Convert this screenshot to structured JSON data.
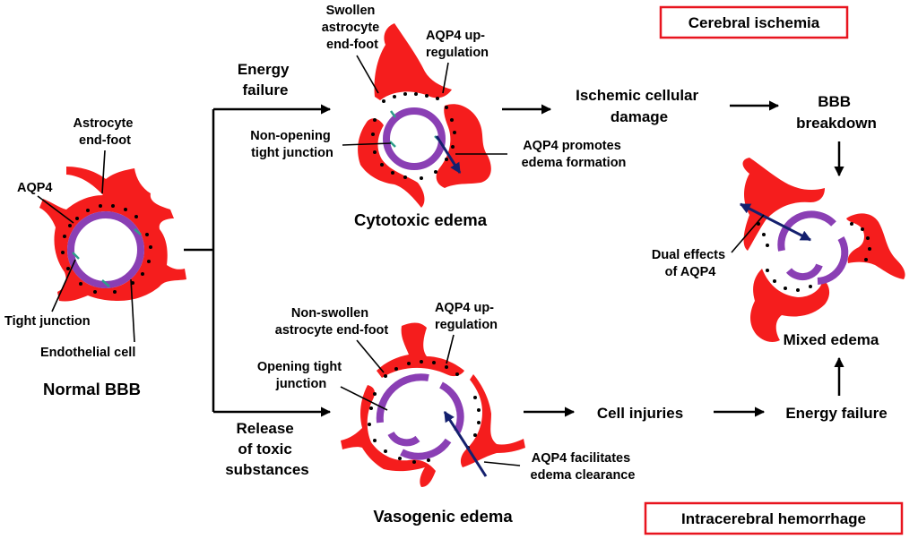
{
  "colors": {
    "astrocyte": "#f51d1d",
    "membrane": "#8a3fb4",
    "aqp4": "#000000",
    "tight_junction": "#2e9d8a",
    "blue_arrow": "#14206e",
    "box_border": "#e8141e"
  },
  "boxes": {
    "cerebral_ischemia": "Cerebral ischemia",
    "intracerebral_hemorrhage": "Intracerebral hemorrhage"
  },
  "normal": {
    "astrocyte_endfoot": [
      "Astrocyte",
      "end-foot"
    ],
    "aqp4": "AQP4",
    "tight_junction": "Tight junction",
    "endothelial_cell": "Endothelial cell",
    "title": "Normal BBB"
  },
  "branches": {
    "energy_failure": [
      "Energy",
      "failure"
    ],
    "release_toxic": [
      "Release",
      "of toxic",
      "substances"
    ]
  },
  "cytotoxic": {
    "swollen": [
      "Swollen",
      "astrocyte",
      "end-foot"
    ],
    "aqp4_up": [
      "AQP4 up-",
      "regulation"
    ],
    "non_opening": [
      "Non-opening",
      "tight junction"
    ],
    "aqp4_promotes": [
      "AQP4 promotes",
      "edema formation"
    ],
    "title": "Cytotoxic edema"
  },
  "vasogenic": {
    "non_swollen": [
      "Non-swollen",
      "astrocyte end-foot"
    ],
    "aqp4_up": [
      "AQP4 up-",
      "regulation"
    ],
    "opening": [
      "Opening tight",
      "junction"
    ],
    "aqp4_facilitates": [
      "AQP4 facilitates",
      "edema clearance"
    ],
    "title": "Vasogenic edema"
  },
  "flow": {
    "ischemic_damage": [
      "Ischemic cellular",
      "damage"
    ],
    "bbb_breakdown": [
      "BBB",
      "breakdown"
    ],
    "cell_injuries": "Cell injuries",
    "energy_failure": "Energy failure"
  },
  "mixed": {
    "dual": [
      "Dual effects",
      "of AQP4"
    ],
    "title": "Mixed edema"
  }
}
